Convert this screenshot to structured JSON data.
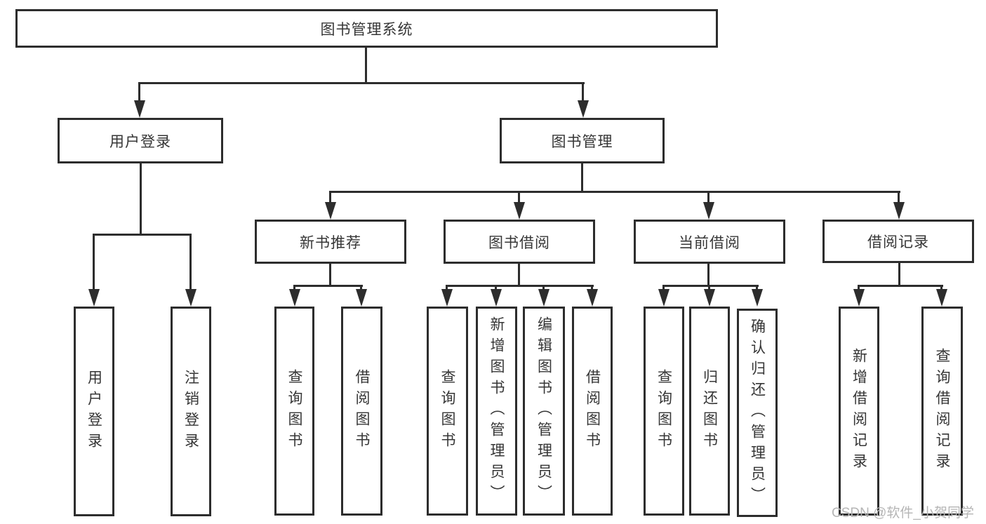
{
  "diagram": {
    "title": "图书管理系统",
    "colors": {
      "line": "#2d2d2d",
      "text": "#363636",
      "watermark": "#b5b5b5"
    },
    "root": {
      "label": "图书管理系统"
    },
    "branches": [
      {
        "label": "用户登录",
        "children": [
          {
            "label": "用户登录"
          },
          {
            "label": "注销登录"
          }
        ]
      },
      {
        "label": "图书管理",
        "sections": [
          {
            "label": "新书推荐",
            "children": [
              {
                "label": "查询图书"
              },
              {
                "label": "借阅图书"
              }
            ]
          },
          {
            "label": "图书借阅",
            "children": [
              {
                "label": "查询图书"
              },
              {
                "label": "新增图书（管理员）"
              },
              {
                "label": "编辑图书（管理员）"
              },
              {
                "label": "借阅图书"
              }
            ]
          },
          {
            "label": "当前借阅",
            "children": [
              {
                "label": "查询图书"
              },
              {
                "label": "归还图书"
              },
              {
                "label": "确认归还（管理员）"
              }
            ]
          },
          {
            "label": "借阅记录",
            "children": [
              {
                "label": "新增借阅记录"
              },
              {
                "label": "查询借阅记录"
              }
            ]
          }
        ]
      }
    ],
    "watermark": "CSDN @软件_小贺同学"
  }
}
